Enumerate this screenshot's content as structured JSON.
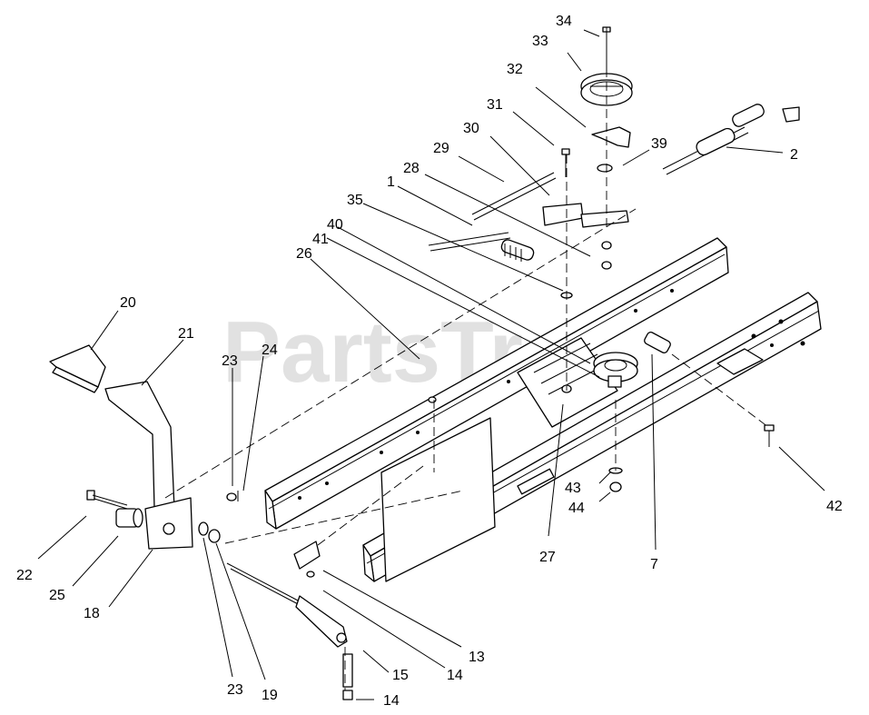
{
  "watermark": "PartsTre",
  "callouts": [
    {
      "id": "34",
      "text": "34"
    },
    {
      "id": "33",
      "text": "33"
    },
    {
      "id": "32",
      "text": "32"
    },
    {
      "id": "31",
      "text": "31"
    },
    {
      "id": "30",
      "text": "30"
    },
    {
      "id": "39",
      "text": "39"
    },
    {
      "id": "29",
      "text": "29"
    },
    {
      "id": "2",
      "text": "2"
    },
    {
      "id": "28",
      "text": "28"
    },
    {
      "id": "1",
      "text": "1"
    },
    {
      "id": "35",
      "text": "35"
    },
    {
      "id": "40",
      "text": "40"
    },
    {
      "id": "41",
      "text": "41"
    },
    {
      "id": "26",
      "text": "26"
    },
    {
      "id": "20",
      "text": "20"
    },
    {
      "id": "21",
      "text": "21"
    },
    {
      "id": "23a",
      "text": "23"
    },
    {
      "id": "24",
      "text": "24"
    },
    {
      "id": "43",
      "text": "43"
    },
    {
      "id": "44",
      "text": "44"
    },
    {
      "id": "42",
      "text": "42"
    },
    {
      "id": "22",
      "text": "22"
    },
    {
      "id": "25",
      "text": "25"
    },
    {
      "id": "18",
      "text": "18"
    },
    {
      "id": "27",
      "text": "27"
    },
    {
      "id": "7",
      "text": "7"
    },
    {
      "id": "13",
      "text": "13"
    },
    {
      "id": "14a",
      "text": "14"
    },
    {
      "id": "15",
      "text": "15"
    },
    {
      "id": "23b",
      "text": "23"
    },
    {
      "id": "19",
      "text": "19"
    },
    {
      "id": "14b",
      "text": "14"
    }
  ]
}
